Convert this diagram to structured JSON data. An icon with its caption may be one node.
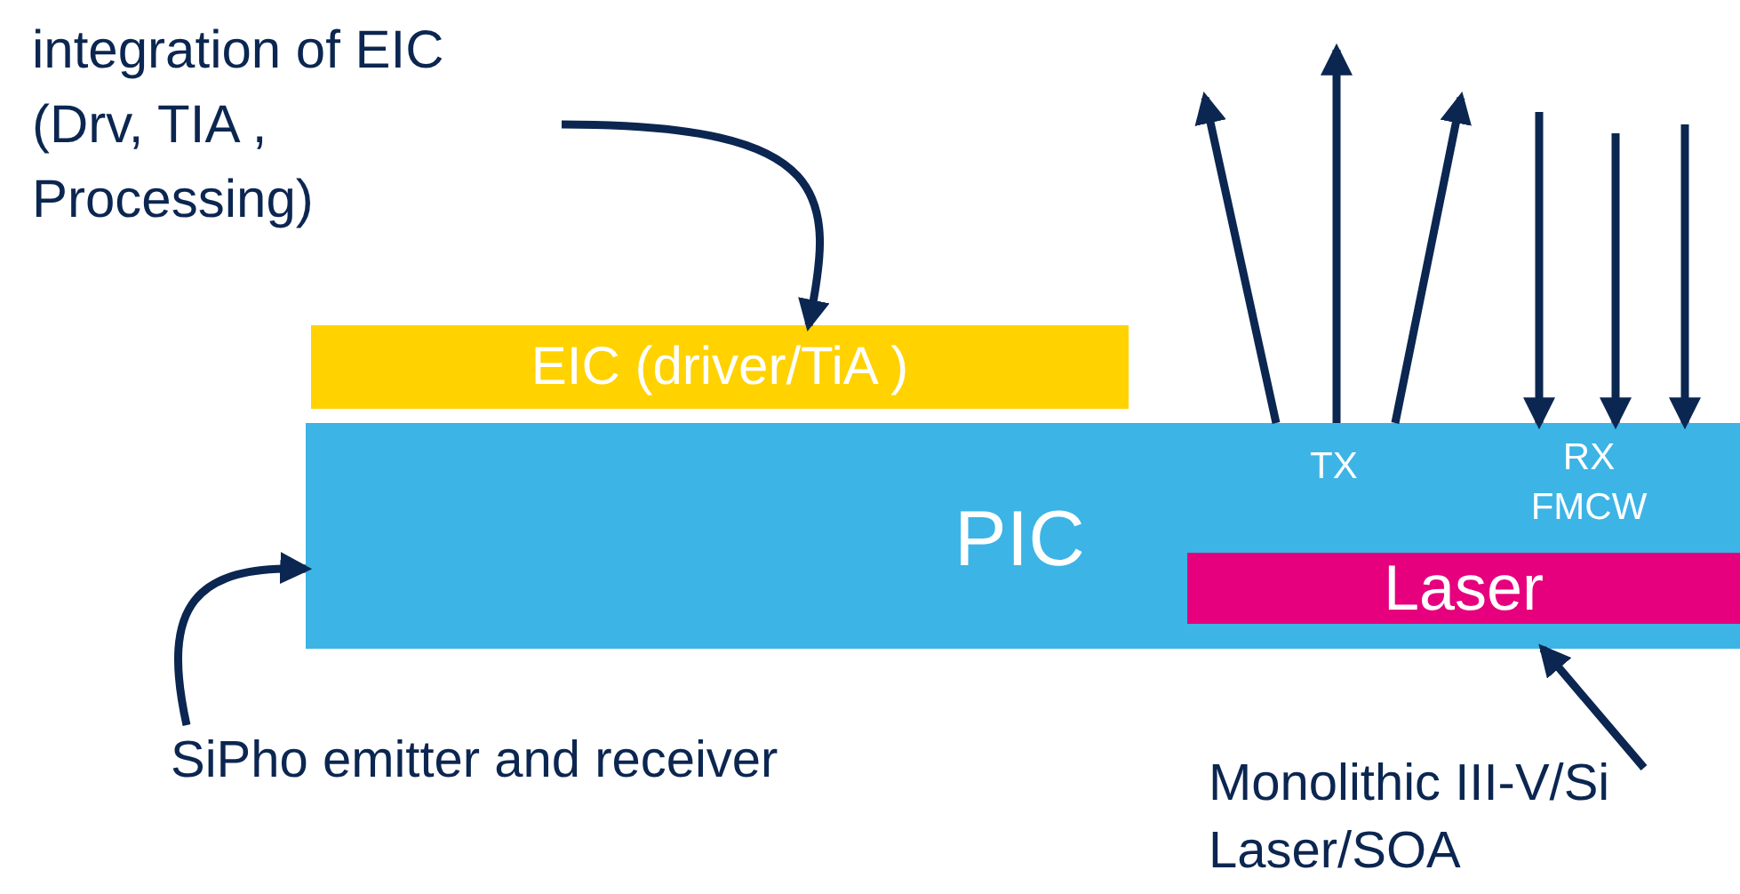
{
  "diagram": {
    "nodes": [
      {
        "text": [
          "integration of EIC (Drv, TIA , Processing)"
        ]
      },
      {
        "text": [
          "EIC (driver/TiA )"
        ]
      },
      {
        "text": [
          "PIC",
          "TX",
          "RX FMCW"
        ]
      },
      {
        "text": [
          "Laser"
        ],
        "in": 2
      },
      {
        "text": [
          "SiPho emitter and receiver"
        ]
      },
      {
        "text": [
          "Monolithic III-V/Si Laser/SOA"
        ]
      }
    ],
    "edges": [
      {
        "from": 0,
        "to": 1,
        "arrow": "to"
      },
      {
        "from": 2,
        "to": null,
        "arrow": "to"
      },
      {
        "from": 2,
        "to": null,
        "arrow": "to"
      },
      {
        "from": 2,
        "to": null,
        "arrow": "to"
      },
      {
        "from": null,
        "to": 2,
        "arrow": "to"
      },
      {
        "from": null,
        "to": 2,
        "arrow": "to"
      },
      {
        "from": null,
        "to": 2,
        "arrow": "to"
      },
      {
        "from": 4,
        "to": 2,
        "arrow": "to"
      },
      {
        "from": 5,
        "to": 2,
        "arrow": "to"
      }
    ]
  }
}
